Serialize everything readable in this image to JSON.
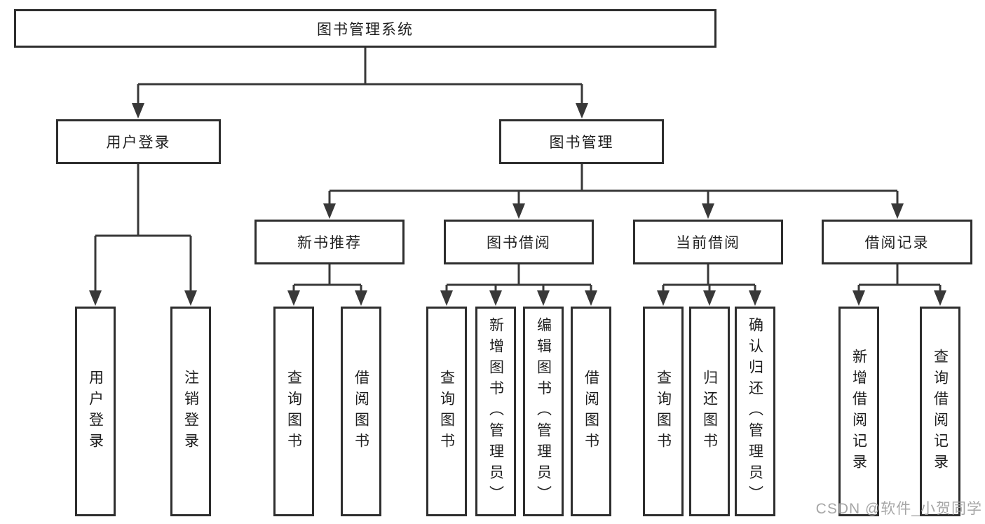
{
  "diagram": {
    "root_label": "图书管理系统",
    "branches": [
      {
        "label": "用户登录",
        "children": [
          "用户登录",
          "注销登录"
        ]
      },
      {
        "label": "图书管理",
        "sections": [
          {
            "label": "新书推荐",
            "children": [
              "查询图书",
              "借阅图书"
            ]
          },
          {
            "label": "图书借阅",
            "children": [
              "查询图书",
              "新增图书（管理员）",
              "编辑图书（管理员）",
              "借阅图书"
            ]
          },
          {
            "label": "当前借阅",
            "children": [
              "查询图书",
              "归还图书",
              "确认归还（管理员）"
            ]
          },
          {
            "label": "借阅记录",
            "children": [
              "新增借阅记录",
              "查询借阅记录"
            ]
          }
        ]
      }
    ]
  },
  "watermark": "CSDN @软件_小贺同学",
  "colors": {
    "line": "#383838",
    "box_border": "#2e2e2e",
    "text": "#1f1f1f",
    "watermark": "#9e9e9e",
    "background": "#ffffff"
  }
}
